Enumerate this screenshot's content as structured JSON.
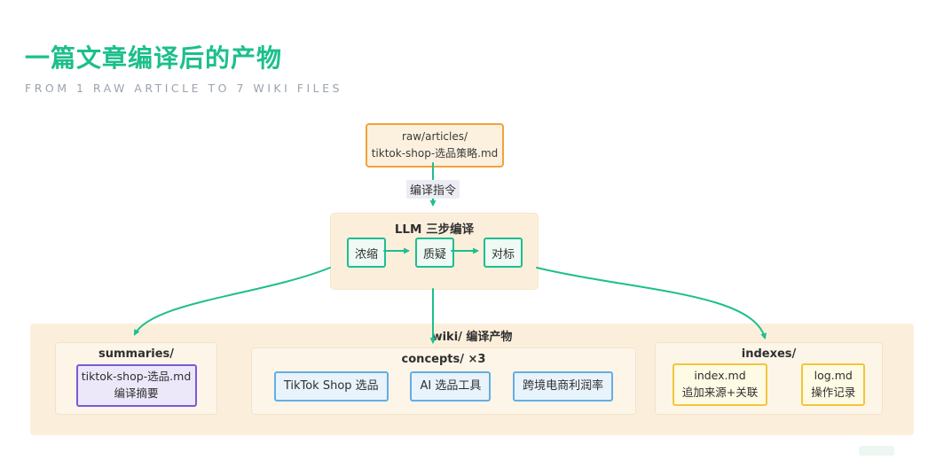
{
  "page": {
    "title": "一篇文章编译后的产物",
    "subtitle": "FROM 1 RAW ARTICLE TO 7 WIKI FILES"
  },
  "flow": {
    "source": {
      "line1": "raw/articles/",
      "line2": "tiktok-shop-选品策略.md"
    },
    "edge_label": "编译指令",
    "llm": {
      "title": "LLM 三步编译",
      "steps": [
        "浓缩",
        "质疑",
        "对标"
      ]
    },
    "wiki": {
      "label": "wiki/ 编译产物"
    },
    "groups": [
      {
        "label": "summaries/",
        "accent": "purple",
        "items": [
          {
            "line1": "tiktok-shop-选品.md",
            "line2": "编译摘要"
          }
        ]
      },
      {
        "label": "concepts/ ×3",
        "accent": "blue",
        "items": [
          {
            "line1": "TikTok Shop 选品"
          },
          {
            "line1": "AI 选品工具"
          },
          {
            "line1": "跨境电商利润率"
          }
        ]
      },
      {
        "label": "indexes/",
        "accent": "yellow",
        "items": [
          {
            "line1": "index.md",
            "line2": "追加来源+关联"
          },
          {
            "line1": "log.md",
            "line2": "操作记录"
          }
        ]
      }
    ]
  },
  "colors": {
    "accent_green": "#1EBE8F",
    "title_green": "#1CBF8C",
    "orange_border": "#F2A33C",
    "purple_border": "#7A5AD8",
    "blue_border": "#62AEE5",
    "yellow_border": "#F3C53A",
    "cream_fill": "#FBEFDC",
    "subgroup_fill": "#FDF5E8",
    "subtitle_gray": "#9BA3AD"
  }
}
